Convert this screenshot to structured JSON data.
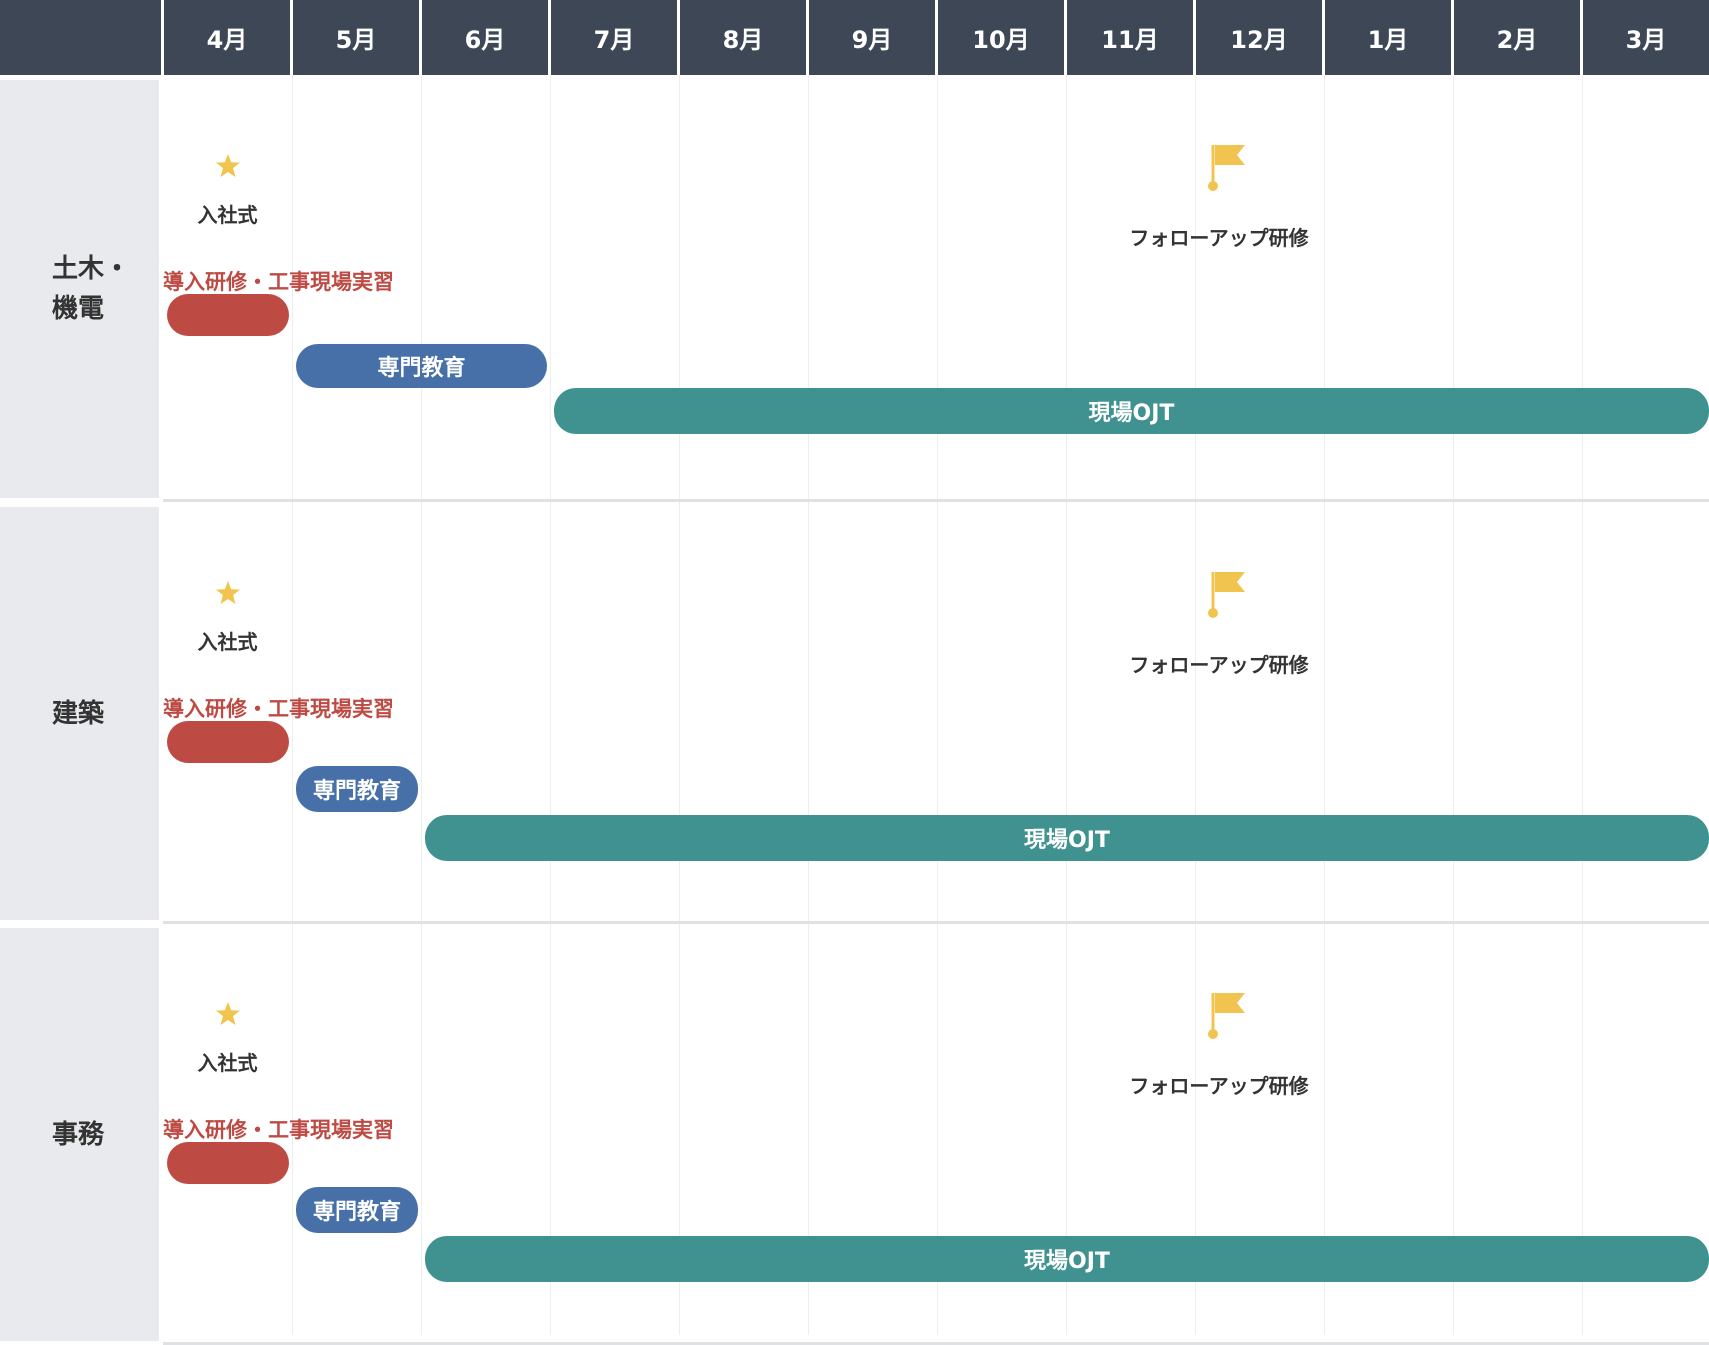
{
  "months": [
    "4月",
    "5月",
    "6月",
    "7月",
    "8月",
    "9月",
    "10月",
    "11月",
    "12月",
    "1月",
    "2月",
    "3月"
  ],
  "colors": {
    "header_bg": "#3d4756",
    "header_text": "#ffffff",
    "label_bg": "#e9eaee",
    "label_text": "#333333",
    "grid": "#eceef0",
    "separator": "#dfe1e4",
    "intro": "#be4b43",
    "specialized": "#4670a7",
    "ojt": "#3f9290",
    "marker": "#f1c44f"
  },
  "rows": [
    {
      "label": "土木・\n機電",
      "ceremony": {
        "label": "入社式",
        "icon": "star-icon",
        "month": "4月"
      },
      "followup": {
        "label": "フォローアップ研修",
        "icon": "flag-icon",
        "month": "12月"
      },
      "bars": [
        {
          "kind": "intro",
          "label": "導入研修・工事現場実習",
          "label_position": "above",
          "start": "4月",
          "end": "4月"
        },
        {
          "kind": "specialized",
          "label": "専門教育",
          "label_position": "inside",
          "start": "5月",
          "end": "6月"
        },
        {
          "kind": "ojt",
          "label": "現場OJT",
          "label_position": "inside",
          "start": "7月",
          "end": "3月"
        }
      ]
    },
    {
      "label": "建築",
      "ceremony": {
        "label": "入社式",
        "icon": "star-icon",
        "month": "4月"
      },
      "followup": {
        "label": "フォローアップ研修",
        "icon": "flag-icon",
        "month": "12月"
      },
      "bars": [
        {
          "kind": "intro",
          "label": "導入研修・工事現場実習",
          "label_position": "above",
          "start": "4月",
          "end": "4月"
        },
        {
          "kind": "specialized",
          "label": "専門教育",
          "label_position": "inside",
          "start": "5月",
          "end": "5月"
        },
        {
          "kind": "ojt",
          "label": "現場OJT",
          "label_position": "inside",
          "start": "6月",
          "end": "3月"
        }
      ]
    },
    {
      "label": "事務",
      "ceremony": {
        "label": "入社式",
        "icon": "star-icon",
        "month": "4月"
      },
      "followup": {
        "label": "フォローアップ研修",
        "icon": "flag-icon",
        "month": "12月"
      },
      "bars": [
        {
          "kind": "intro",
          "label": "導入研修・工事現場実習",
          "label_position": "above",
          "start": "4月",
          "end": "4月"
        },
        {
          "kind": "specialized",
          "label": "専門教育",
          "label_position": "inside",
          "start": "5月",
          "end": "5月"
        },
        {
          "kind": "ojt",
          "label": "現場OJT",
          "label_position": "inside",
          "start": "6月",
          "end": "3月"
        }
      ]
    }
  ]
}
